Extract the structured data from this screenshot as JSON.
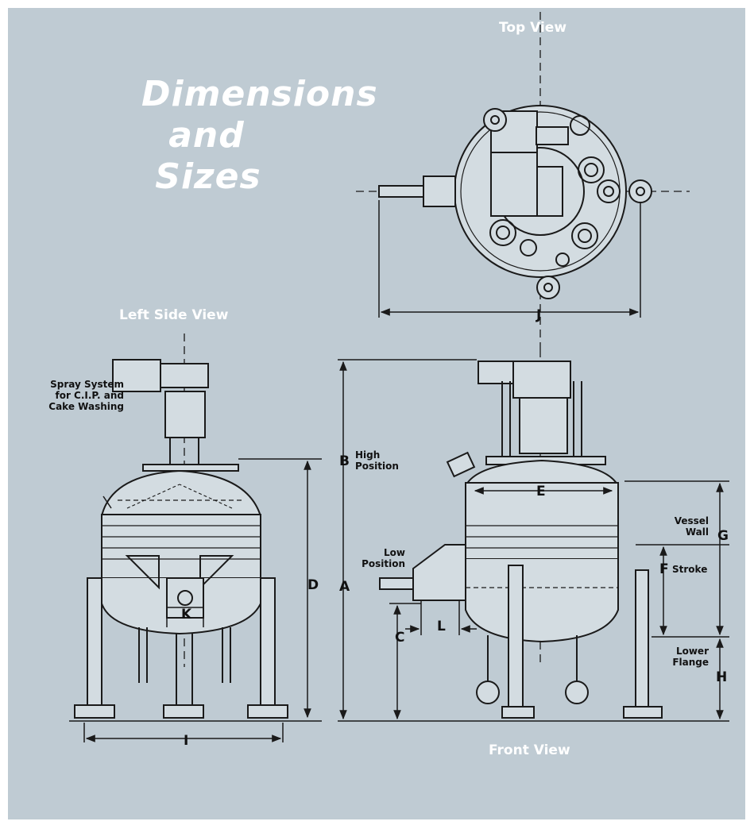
{
  "title": {
    "line1": "Dimensions",
    "line2": "and",
    "line3": "Sizes"
  },
  "views": {
    "top": "Top View",
    "left": "Left Side View",
    "front": "Front View"
  },
  "dimensions": {
    "A": "A",
    "B": "B",
    "C": "C",
    "D": "D",
    "E": "E",
    "F": "F",
    "G": "G",
    "H": "H",
    "I": "I",
    "J": "J",
    "K": "K",
    "L": "L"
  },
  "notes": {
    "spray": [
      "Spray System",
      "for C.I.P. and",
      "Cake Washing"
    ],
    "high": [
      "High",
      "Position"
    ],
    "low": [
      "Low",
      "Position"
    ],
    "vessel": [
      "Vessel",
      "Wall"
    ],
    "stroke": "Stroke",
    "flange": [
      "Lower",
      "Flange"
    ]
  },
  "colors": {
    "panel": "#bfcbd3",
    "line": "#1a1a1a",
    "label": "#ffffff"
  }
}
